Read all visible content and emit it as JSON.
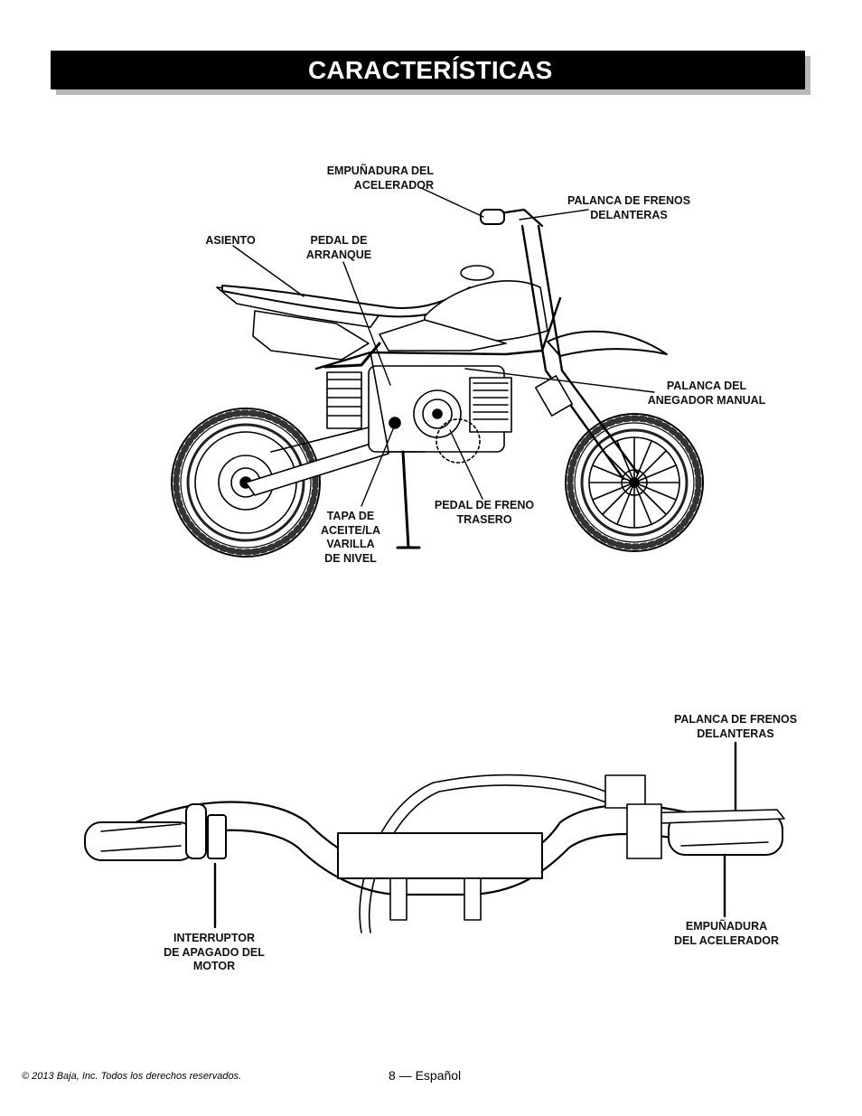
{
  "header": {
    "title": "CARACTERÍSTICAS"
  },
  "bike_figure": {
    "labels": {
      "throttle_grip": "EMPUÑADURA DEL\nACELERADOR",
      "front_brake_lever": "PALANCA DE FRENOS\nDELANTERAS",
      "seat": "ASIENTO",
      "kick_starter": "PEDAL DE\nARRANQUE",
      "choke_lever": "PALANCA DEL\nANEGADOR MANUAL",
      "rear_brake_pedal": "PEDAL DE FRENO\nTRASERO",
      "oil_cap_dipstick": "TAPA DE\nACEITE/LA\nVARILLA\nDE NIVEL"
    }
  },
  "handlebar_figure": {
    "labels": {
      "front_brake_lever": "PALANCA DE FRENOS\nDELANTERAS",
      "throttle_grip": "EMPUÑADURA\nDEL ACELERADOR",
      "kill_switch": "INTERRUPTOR\nDE APAGADO DEL\nMOTOR"
    }
  },
  "footer": {
    "copyright": "© 2013 Baja, Inc. Todos los derechos reservados.",
    "page": "8 — Español"
  }
}
